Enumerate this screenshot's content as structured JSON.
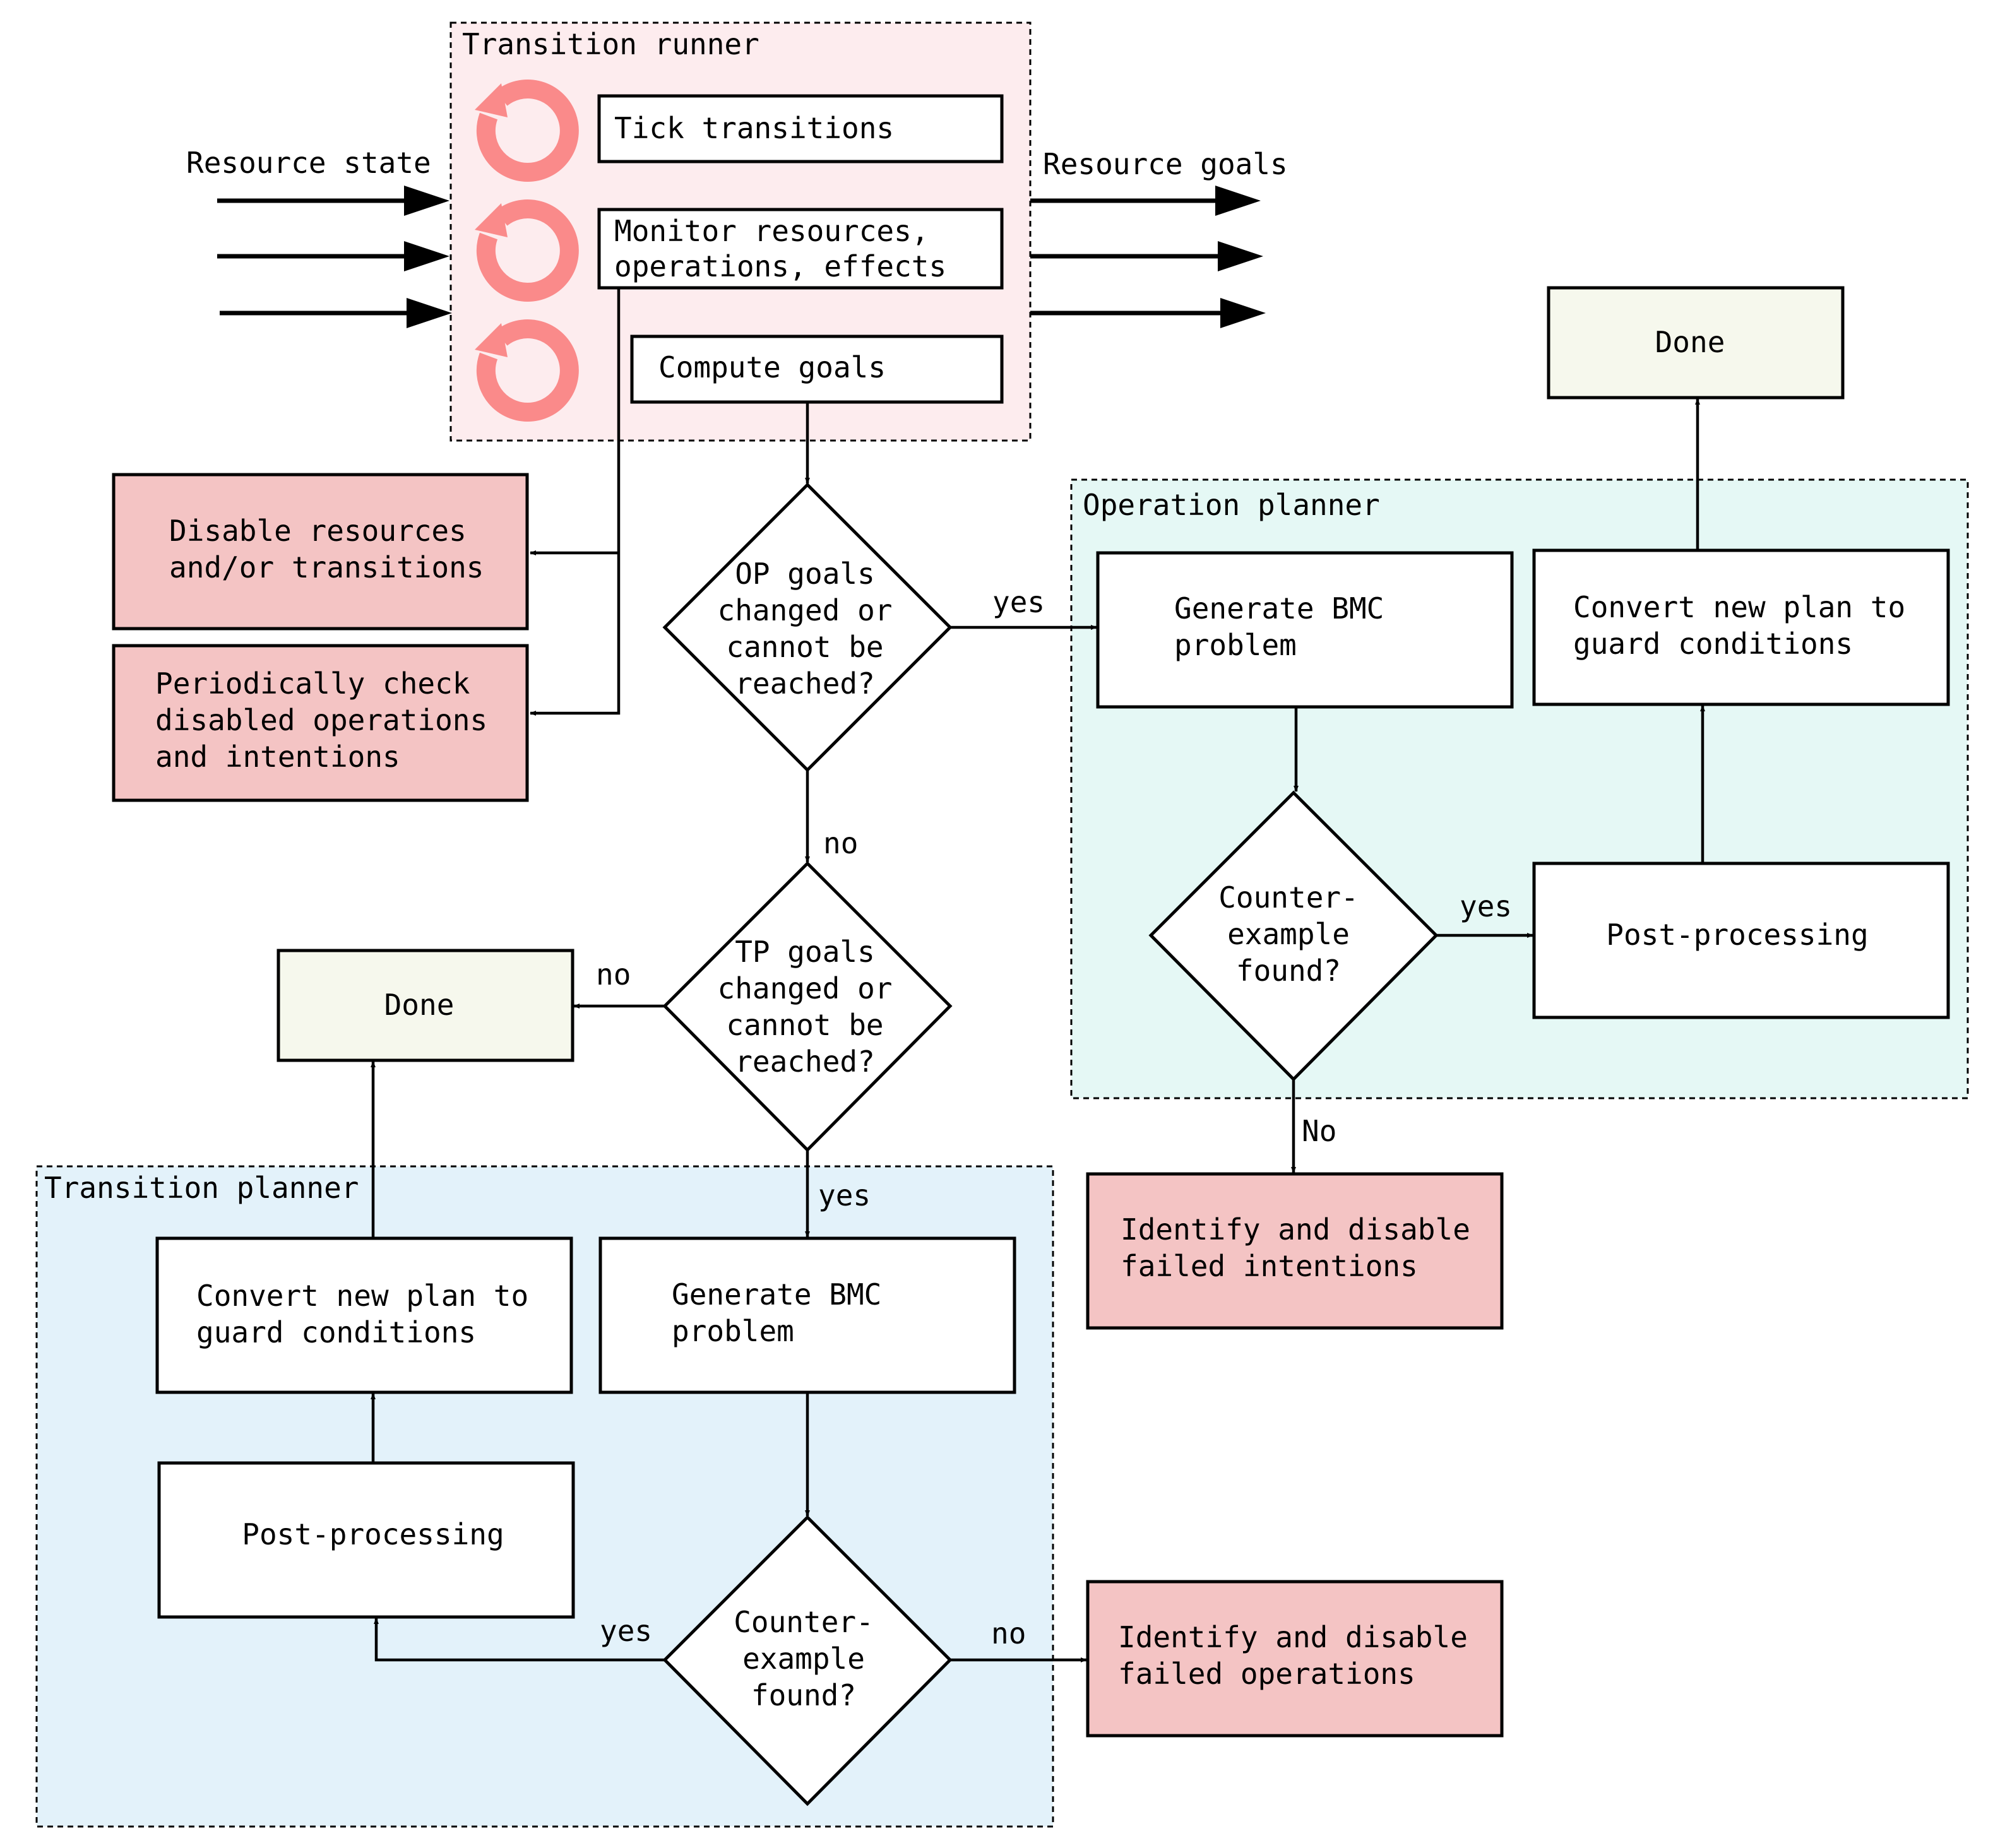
{
  "colors": {
    "runner_bg": "#fdecee",
    "operation_planner_bg": "#e5f8f5",
    "transition_planner_bg": "#e3f2fa",
    "red_box": "#f4c4c4",
    "done_box": "#f6f8ed",
    "white_box": "#ffffff",
    "cycle_icon": "#fa8a8a"
  },
  "groups": {
    "transition_runner": "Transition runner",
    "operation_planner": "Operation planner",
    "transition_planner": "Transition planner"
  },
  "io": {
    "resource_state": "Resource state",
    "resource_goals": "Resource goals"
  },
  "runner": {
    "tick": "Tick transitions",
    "monitor": [
      "Monitor resources,",
      "operations, effects"
    ],
    "compute": "Compute goals"
  },
  "side": {
    "disable": [
      "Disable resources",
      "and/or transitions"
    ],
    "periodic": [
      "Periodically check",
      "disabled operations",
      "and intentions"
    ]
  },
  "decisions": {
    "op_goals": [
      "OP goals",
      "changed or",
      "cannot be",
      "reached?"
    ],
    "tp_goals": [
      "TP goals",
      "changed or",
      "cannot be",
      "reached?"
    ],
    "op_counter": [
      "Counter-",
      "example",
      "found?"
    ],
    "tp_counter": [
      "Counter-",
      "example",
      "found?"
    ]
  },
  "operation_planner": {
    "generate": [
      "Generate BMC",
      "problem"
    ],
    "convert": [
      "Convert new plan to",
      "guard conditions"
    ],
    "post": "Post-processing",
    "done": "Done",
    "failed": [
      "Identify and disable",
      "failed intentions"
    ]
  },
  "transition_planner": {
    "generate": [
      "Generate BMC",
      "problem"
    ],
    "convert": [
      "Convert new plan to",
      "guard conditions"
    ],
    "post": "Post-processing",
    "done": "Done",
    "failed": [
      "Identify and disable",
      "failed operations"
    ]
  },
  "edges": {
    "op_yes": "yes",
    "op_no": "no",
    "tp_no": "no",
    "tp_yes": "yes",
    "op_counter_yes": "yes",
    "op_counter_no": "No",
    "tp_counter_yes": "yes",
    "tp_counter_no": "no"
  }
}
